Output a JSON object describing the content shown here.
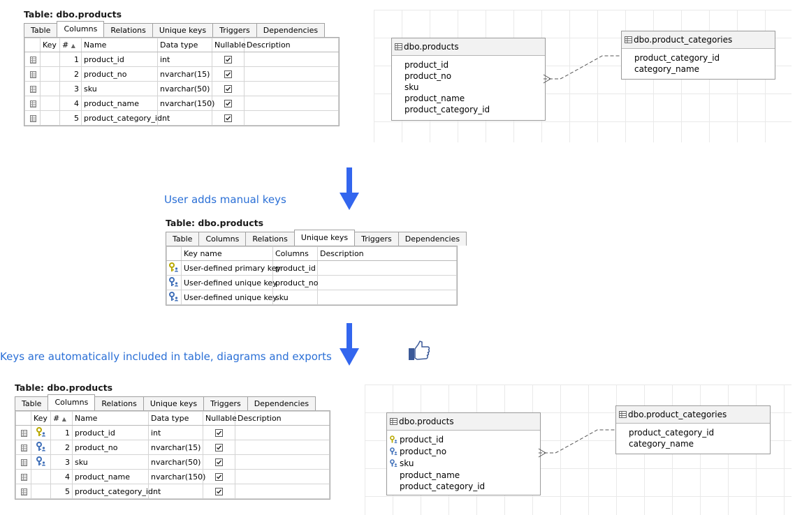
{
  "top": {
    "title": "Table: dbo.products",
    "tabs": [
      "Table",
      "Columns",
      "Relations",
      "Unique keys",
      "Triggers",
      "Dependencies"
    ],
    "active_tab": "Columns",
    "headers": [
      "Key",
      "#",
      "Name",
      "Data type",
      "Nullable",
      "Description"
    ],
    "rows": [
      {
        "n": "1",
        "name": "product_id",
        "type": "int"
      },
      {
        "n": "2",
        "name": "product_no",
        "type": "nvarchar(15)"
      },
      {
        "n": "3",
        "name": "sku",
        "type": "nvarchar(50)"
      },
      {
        "n": "4",
        "name": "product_name",
        "type": "nvarchar(150)"
      },
      {
        "n": "5",
        "name": "product_category_id",
        "type": "int"
      }
    ]
  },
  "diagram_top": {
    "products": {
      "title": "dbo.products",
      "fields": [
        "product_id",
        "product_no",
        "sku",
        "product_name",
        "product_category_id"
      ]
    },
    "categories": {
      "title": "dbo.product_categories",
      "fields": [
        "product_category_id",
        "category_name"
      ]
    }
  },
  "caption1": "User adds manual keys",
  "middle": {
    "title": "Table: dbo.products",
    "tabs": [
      "Table",
      "Columns",
      "Relations",
      "Unique keys",
      "Triggers",
      "Dependencies"
    ],
    "active_tab": "Unique keys",
    "headers": [
      "Key name",
      "Columns",
      "Description"
    ],
    "rows": [
      {
        "key": "User-defined primary key",
        "col": "product_id",
        "kind": "primary"
      },
      {
        "key": "User-defined unique key",
        "col": "product_no",
        "kind": "unique"
      },
      {
        "key": "User-defined unique key",
        "col": "sku",
        "kind": "unique"
      }
    ]
  },
  "caption2": "Keys are automatically included in table, diagrams and exports",
  "bottom": {
    "title": "Table: dbo.products",
    "tabs": [
      "Table",
      "Columns",
      "Relations",
      "Unique keys",
      "Triggers",
      "Dependencies"
    ],
    "active_tab": "Columns",
    "headers": [
      "Key",
      "#",
      "Name",
      "Data type",
      "Nullable",
      "Description"
    ],
    "rows": [
      {
        "n": "1",
        "name": "product_id",
        "type": "int",
        "key": "primary"
      },
      {
        "n": "2",
        "name": "product_no",
        "type": "nvarchar(15)",
        "key": "unique"
      },
      {
        "n": "3",
        "name": "sku",
        "type": "nvarchar(50)",
        "key": "unique"
      },
      {
        "n": "4",
        "name": "product_name",
        "type": "nvarchar(150)",
        "key": ""
      },
      {
        "n": "5",
        "name": "product_category_id",
        "type": "int",
        "key": ""
      }
    ]
  },
  "diagram_bottom": {
    "products": {
      "title": "dbo.products",
      "fields": [
        "product_id",
        "product_no",
        "sku",
        "product_name",
        "product_category_id"
      ],
      "keys": [
        "primary",
        "unique",
        "unique",
        "",
        ""
      ]
    },
    "categories": {
      "title": "dbo.product_categories",
      "fields": [
        "product_category_id",
        "category_name"
      ]
    }
  },
  "colors": {
    "accent": "#2a6fd6",
    "arrow": "#3366ee",
    "primary_key": "#b8a800",
    "unique_key": "#3f6fb8"
  }
}
